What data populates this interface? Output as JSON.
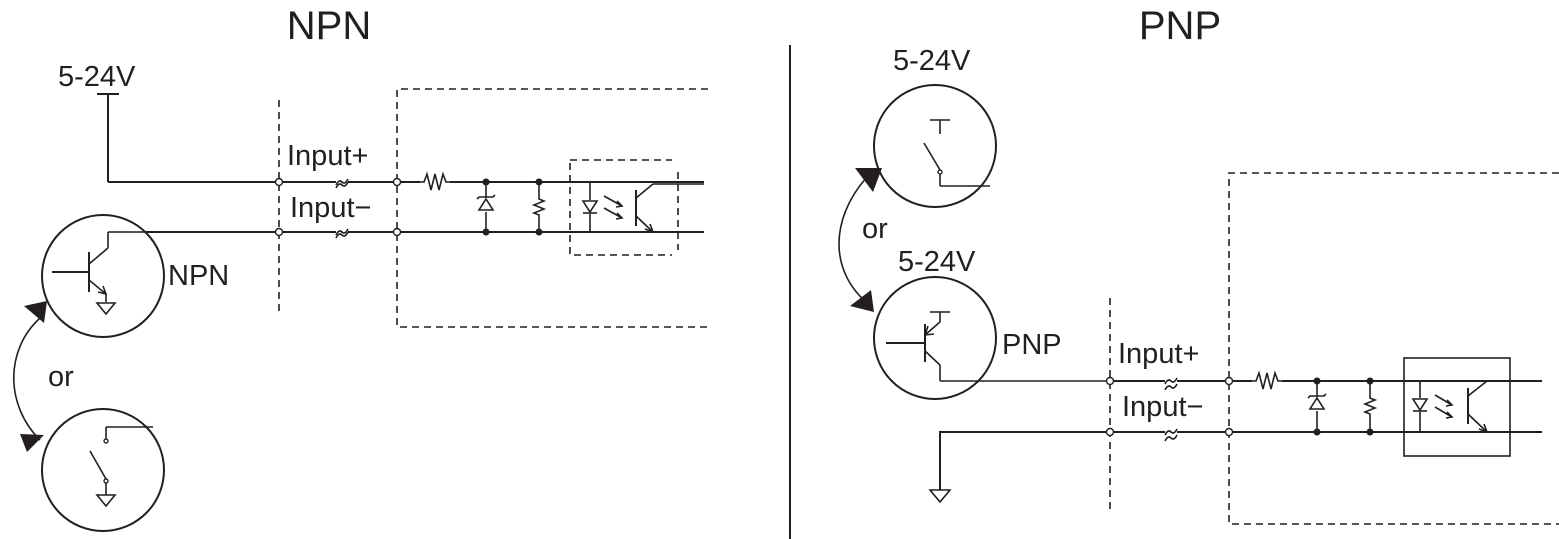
{
  "npn": {
    "title": "NPN",
    "supply_label": "5-24V",
    "input_plus": "Input+",
    "input_minus": "Input−",
    "sensor_label": "NPN",
    "or_label": "or"
  },
  "pnp": {
    "title": "PNP",
    "supply_label_top": "5-24V",
    "supply_label_bottom": "5-24V",
    "input_plus": "Input+",
    "input_minus": "Input−",
    "sensor_label": "PNP",
    "or_label": "or"
  },
  "icons": [
    "npn-transistor-icon",
    "pnp-transistor-icon",
    "switch-icon",
    "ground-icon",
    "resistor-icon",
    "zener-diode-icon",
    "optocoupler-icon"
  ]
}
